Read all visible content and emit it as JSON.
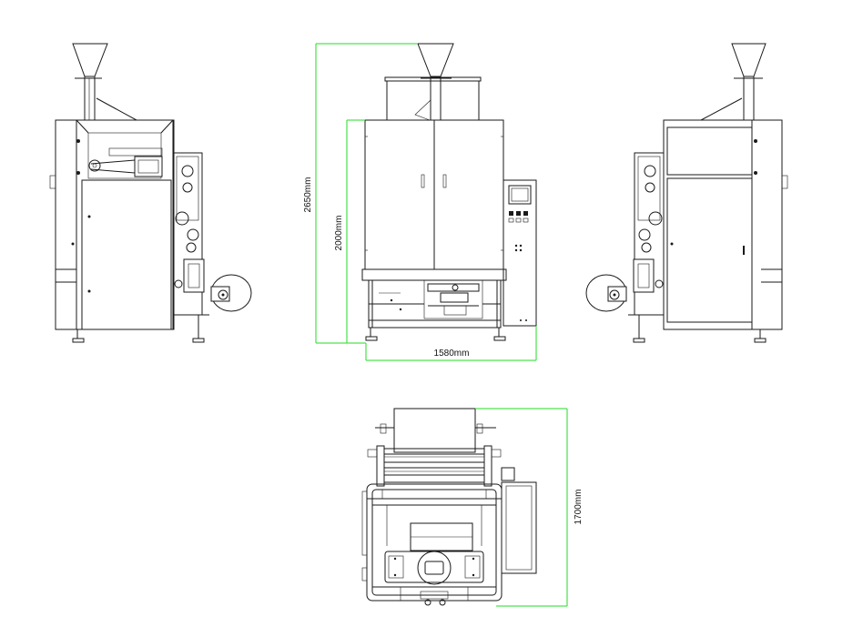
{
  "dimensions": {
    "total_height": "2650mm",
    "body_height": "2000mm",
    "width": "1580mm",
    "depth": "1700mm"
  },
  "colors": {
    "line": "#1a1a1a",
    "dimension_line": "#22dd22",
    "background": "#ffffff"
  }
}
